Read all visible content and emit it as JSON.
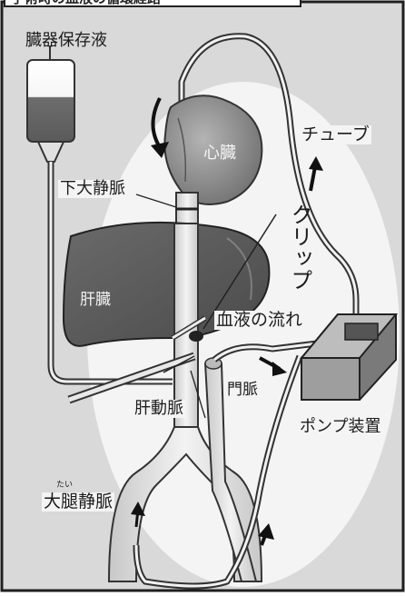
{
  "header": {
    "title_fragment": "手術時の血液の循環経路"
  },
  "labels": {
    "preservation_solution": "臓器保存液",
    "heart": "心臓",
    "tube": "チューブ",
    "inferior_vena_cava": "下大静脈",
    "clip": "クリップ",
    "liver": "肝臓",
    "blood_flow": "血液の流れ",
    "portal_vein": "門脈",
    "hepatic_artery": "肝動脈",
    "pump_device": "ポンプ装置",
    "femoral_vein_ruby": "たい",
    "femoral_vein": "大腿静脈"
  },
  "colors": {
    "frame": "#1f1f1f",
    "backdrop": "#d9d9d9",
    "oval": "#f4f4f4",
    "organ_dark": "#5a5a5a",
    "organ_mid": "#9a9a9a",
    "vessel": "#e6e6e6"
  }
}
